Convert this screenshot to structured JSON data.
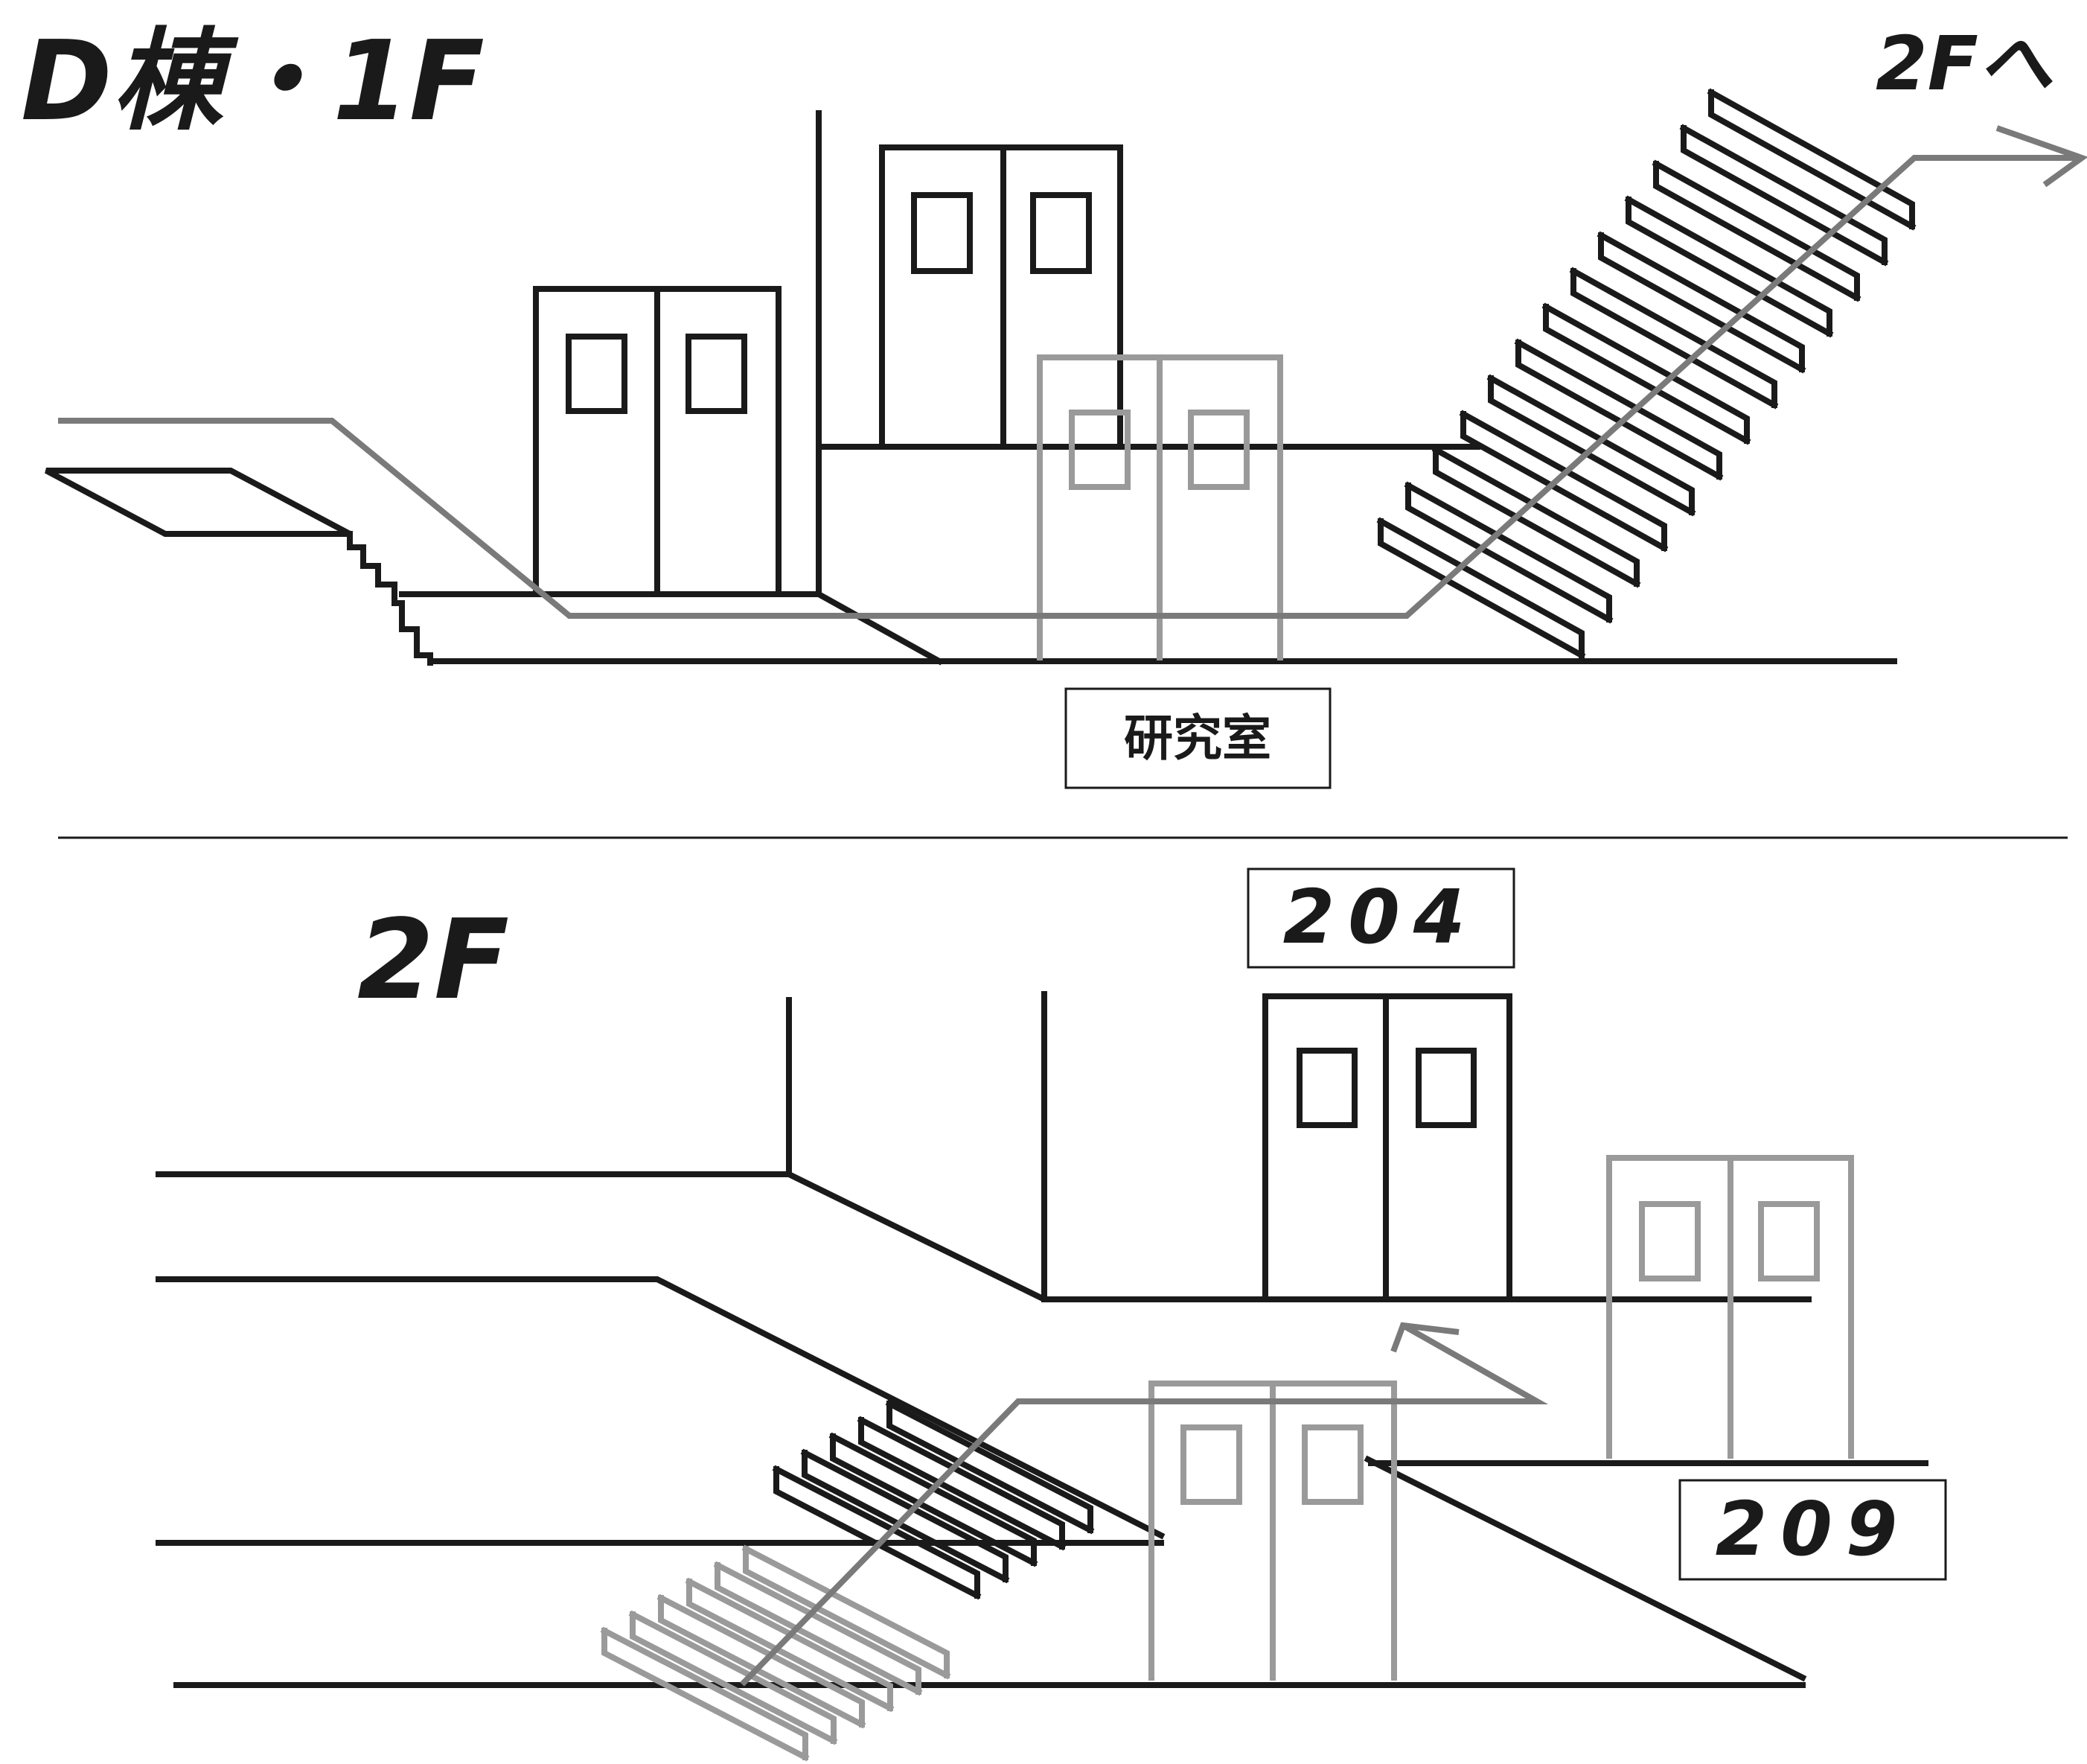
{
  "floor1": {
    "title": "D棟・1F",
    "to_upper": "2Fへ",
    "room_label": "研究室"
  },
  "floor2": {
    "title": "2F",
    "room_a": "204",
    "room_b": "209"
  },
  "colors": {
    "line": "#1a1a1a",
    "hidden": "#9a9a9a",
    "route": "#7a7a7a",
    "background": "#ffffff"
  }
}
